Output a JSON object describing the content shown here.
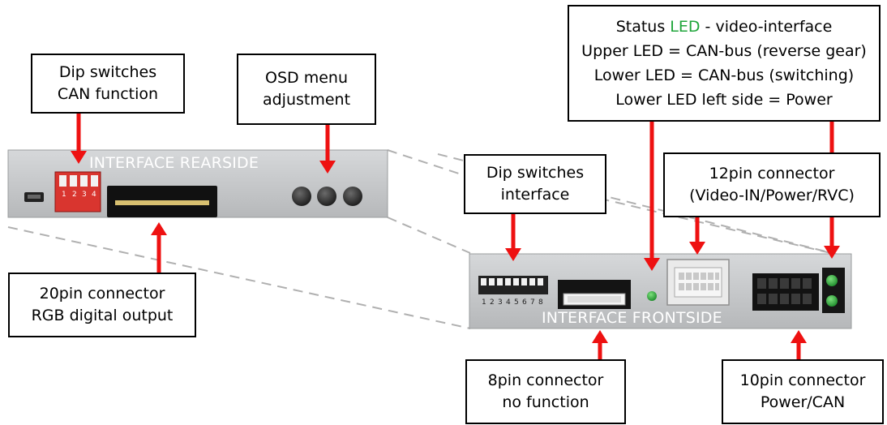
{
  "rear_panel": {
    "label": "INTERFACE REARSIDE",
    "dip_numbers": [
      "1",
      "2",
      "3",
      "4"
    ]
  },
  "front_panel": {
    "label": "INTERFACE FRONTSIDE",
    "dip_numbers": [
      "1",
      "2",
      "3",
      "4",
      "5",
      "6",
      "7",
      "8"
    ]
  },
  "callouts": {
    "dip_can": {
      "line1": "Dip switches",
      "line2": "CAN function"
    },
    "osd": {
      "line1": "OSD menu",
      "line2": "adjustment"
    },
    "status_led": {
      "line1_prefix": "Status ",
      "line1_led": "LED",
      "line1_suffix": " - video-interface",
      "line2": "Upper LED = CAN-bus (reverse gear)",
      "line3": "Lower LED = CAN-bus (switching)",
      "line4": "Lower LED left side = Power"
    },
    "dip_interface": {
      "line1": "Dip switches",
      "line2": "interface"
    },
    "pin12": {
      "line1": "12pin connector",
      "line2": "(Video-IN/Power/RVC)"
    },
    "pin20": {
      "line1": "20pin connector",
      "line2": "RGB digital output"
    },
    "pin8": {
      "line1": "8pin connector",
      "line2": "no function"
    },
    "pin10": {
      "line1": "10pin connector",
      "line2": "Power/CAN"
    }
  },
  "colors": {
    "arrow": "#ee1111",
    "led_status": "#1fa53a",
    "panel_face": "#c4c6c8",
    "dashed_guides": "#b0b0b0"
  }
}
